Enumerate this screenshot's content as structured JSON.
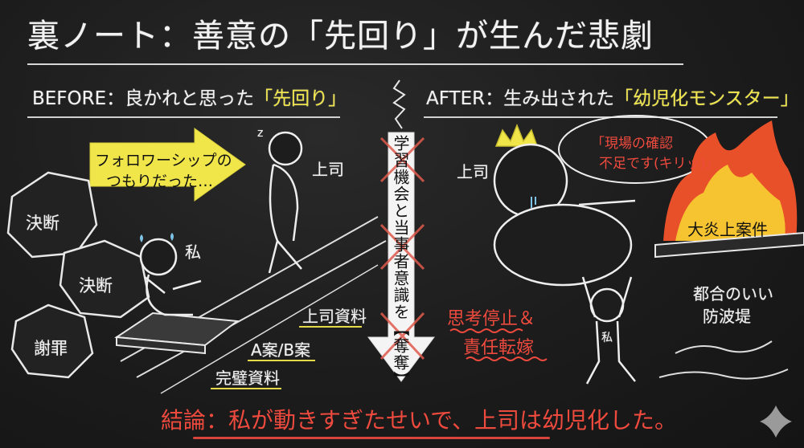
{
  "title": "裏ノート：善意の「先回り」が生んだ悲劇",
  "before": {
    "heading_prefix": "BEFORE：良かれと思った",
    "heading_highlight": "「先回り」",
    "arrow_label_line1": "フォロワーシップの",
    "arrow_label_line2": "つもりだった…",
    "boss_label": "上司",
    "me_label": "私",
    "rocks": [
      "決断",
      "決断",
      "謝罪"
    ],
    "stairs": [
      "上司資料",
      "A案/B案",
      "完璧資料"
    ],
    "sleep_glyph": "z"
  },
  "center": {
    "arrow_text": "学習機会と当事者意識を【奪奪】"
  },
  "after": {
    "heading_prefix": "AFTER：生み出された",
    "heading_highlight": "「幼児化モンスター」",
    "boss_label": "上司",
    "speech_line1": "「現場の確認",
    "speech_line2": "不足です(キリッ)」",
    "fire_label": "大炎上案件",
    "red_label_line1": "思考停止＆",
    "red_label_line2": "責任転嫁",
    "me_label": "私",
    "breakwater_line1": "都合のいい",
    "breakwater_line2": "防波堤"
  },
  "conclusion": {
    "prefix": "結論：",
    "text": "私が動きすぎたせいで、上司は幼児化した。"
  },
  "colors": {
    "board": "#1e1e1e",
    "chalk": "#f2f2f2",
    "yellow": "#f0e64a",
    "red": "#ee4a3e",
    "fire_orange": "#e8502a",
    "fire_yellow": "#f6c431"
  }
}
